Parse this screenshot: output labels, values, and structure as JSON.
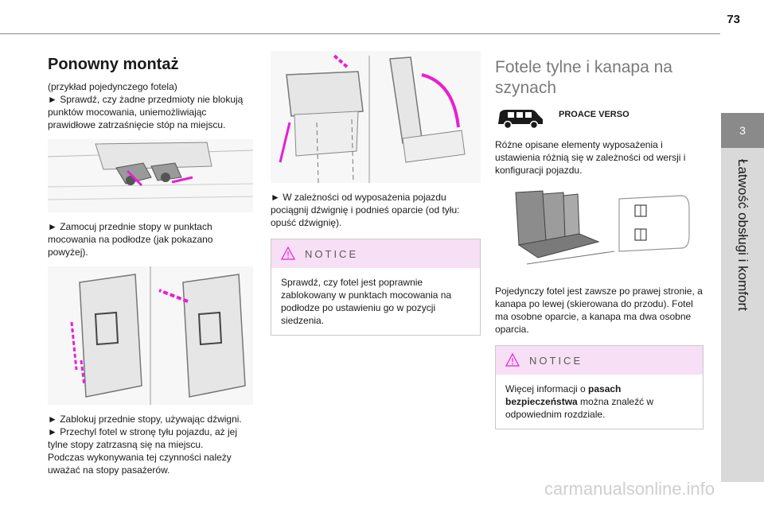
{
  "page": {
    "number": "73"
  },
  "side_tab": {
    "number": "3",
    "title": "Łatwość obsługi i komfort"
  },
  "col1": {
    "heading": "Ponowny montaż",
    "intro": "(przykład pojedynczego fotela)",
    "step1": "► Sprawdź, czy żadne przedmioty nie blokują punktów mocowania, uniemożliwiając prawidłowe zatrzaśnięcie stóp na miejscu.",
    "step2": "► Zamocuj przednie stopy w punktach mocowania na podłodze (jak pokazano powyżej).",
    "step3": "► Zablokuj przednie stopy, używając dźwigni.",
    "step4": "► Przechyl fotel w stronę tyłu pojazdu, aż jej tylne stopy zatrzasną się na miejscu.",
    "step5": "Podczas wykonywania tej czynności należy uważać na stopy pasażerów."
  },
  "col2": {
    "step": "► W zależności od wyposażenia pojazdu pociągnij dźwignię i podnieś oparcie (od tyłu: opuść dźwignię).",
    "notice": {
      "title": "NOTICE",
      "text": "Sprawdź, czy fotel jest poprawnie zablokowany w punktach mocowania na podłodze po ustawieniu go w pozycji siedzenia."
    }
  },
  "col3": {
    "heading": "Fotele tylne i kanapa na szynach",
    "model": "PROACE VERSO",
    "para1": "Różne opisane elementy wyposażenia i ustawienia różnią się w zależności od wersji i konfiguracji pojazdu.",
    "para2": "Pojedynczy fotel jest zawsze po prawej stronie, a kanapa po lewej (skierowana do przodu). Fotel ma osobne oparcie, a kanapa ma dwa osobne oparcia.",
    "notice": {
      "title": "NOTICE",
      "text_before": "Więcej informacji o ",
      "text_bold": "pasach bezpieczeństwa",
      "text_after": " można znaleźć w odpowiednim rozdziale."
    }
  },
  "watermark": "carmanualsonline.info",
  "colors": {
    "accent_magenta": "#e81fd4",
    "notice_bg": "#f7dff5",
    "tab_gray": "#d9d9d9"
  }
}
